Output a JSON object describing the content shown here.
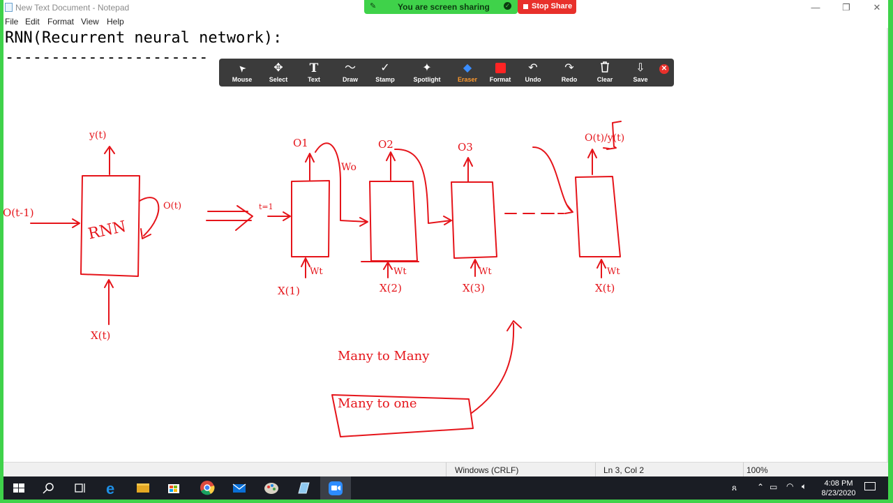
{
  "window": {
    "title": "New Text Document - Notepad",
    "controls": [
      "—",
      "❐",
      "✕"
    ]
  },
  "menu": [
    "File",
    "Edit",
    "Format",
    "View",
    "Help"
  ],
  "editor": {
    "line1": "RNN(Recurrent neural network):",
    "line2": "----------------------"
  },
  "share": {
    "status": "You are screen sharing",
    "stop": "Stop Share"
  },
  "annotation_tools": [
    {
      "label": "Mouse",
      "icon": "mouse-pointer-icon",
      "glyph": "➤"
    },
    {
      "label": "Select",
      "icon": "move-icon",
      "glyph": "✥"
    },
    {
      "label": "Text",
      "icon": "text-icon",
      "glyph": "T"
    },
    {
      "label": "Draw",
      "icon": "draw-icon",
      "glyph": "〜"
    },
    {
      "label": "Stamp",
      "icon": "stamp-icon",
      "glyph": "✓"
    },
    {
      "label": "Spotlight",
      "icon": "spotlight-icon",
      "glyph": "✦"
    },
    {
      "label": "Eraser",
      "icon": "eraser-icon",
      "glyph": "◆"
    },
    {
      "label": "Format",
      "icon": "format-icon",
      "glyph": ""
    },
    {
      "label": "Undo",
      "icon": "undo-icon",
      "glyph": "↶"
    },
    {
      "label": "Redo",
      "icon": "redo-icon",
      "glyph": "↷"
    },
    {
      "label": "Clear",
      "icon": "trash-icon",
      "glyph": "🗑"
    },
    {
      "label": "Save",
      "icon": "save-icon",
      "glyph": "⇩"
    }
  ],
  "active_tool": "Eraser",
  "sketch": {
    "rnn_label": "RNN",
    "inputs": [
      "O(t-1)",
      "O(t)",
      "X(t)",
      "y(t)"
    ],
    "unrolled": [
      "O1",
      "O2",
      "O3",
      "O(t)/y(t)"
    ],
    "weights": [
      "Wo",
      "Wt",
      "Wt",
      "Wt",
      "Wt"
    ],
    "time_inputs": [
      "X(1)",
      "X(2)",
      "X(3)",
      "X(t)"
    ],
    "t_label": "t=1",
    "caption1": "Many to Many",
    "caption2": "Many to one"
  },
  "status": {
    "eol": "Windows (CRLF)",
    "position": "Ln 3, Col 2",
    "zoom": "100%"
  },
  "clock": {
    "time": "4:08 PM",
    "date": "8/23/2020"
  },
  "colors": {
    "ink": "#e5141a",
    "share_green": "#3fd24a",
    "stop_red": "#e8302b",
    "toolbar_bg": "#3b3b3b"
  }
}
